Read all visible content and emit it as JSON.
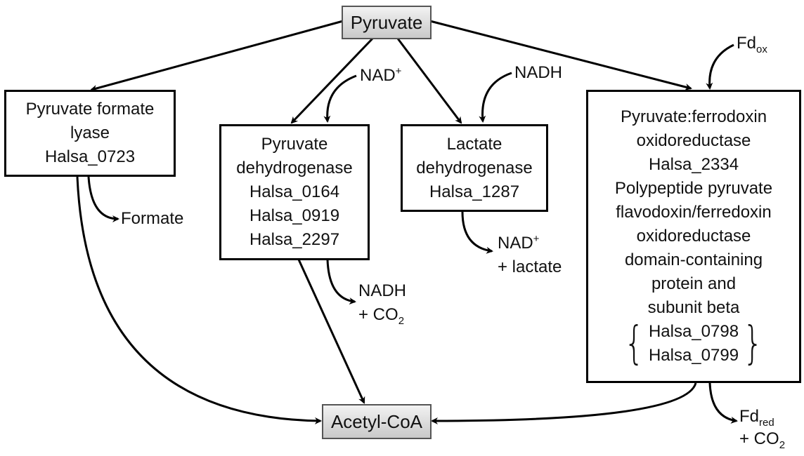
{
  "pyruvate": "Pyruvate",
  "acetyl_coa": "Acetyl-CoA",
  "pfl": {
    "lines": [
      "Pyruvate formate",
      "lyase",
      "Halsa_0723"
    ]
  },
  "pdh": {
    "lines": [
      "Pyruvate",
      "dehydrogenase",
      "Halsa_0164",
      "Halsa_0919",
      "Halsa_2297"
    ]
  },
  "ldh": {
    "lines": [
      "Lactate",
      "dehydrogenase",
      "Halsa_1287"
    ]
  },
  "pfor": {
    "lines": [
      "Pyruvate:ferrodoxin",
      "oxidoreductase",
      "Halsa_2334",
      "Polypeptide pyruvate",
      "flavodoxin/ferredoxin",
      "oxidoreductase",
      "domain-containing",
      "protein and",
      "subunit beta"
    ],
    "bracket": [
      "Halsa_0798",
      "Halsa_0799"
    ]
  },
  "labels": {
    "formate": "Formate",
    "nad_plus": "NAD",
    "plus_sup": "+",
    "nadh": "NADH",
    "plus_co": "+ CO",
    "co_sub": "2",
    "plus_lactate": "+ lactate",
    "fd": "Fd",
    "ox": "ox",
    "red": "red"
  }
}
